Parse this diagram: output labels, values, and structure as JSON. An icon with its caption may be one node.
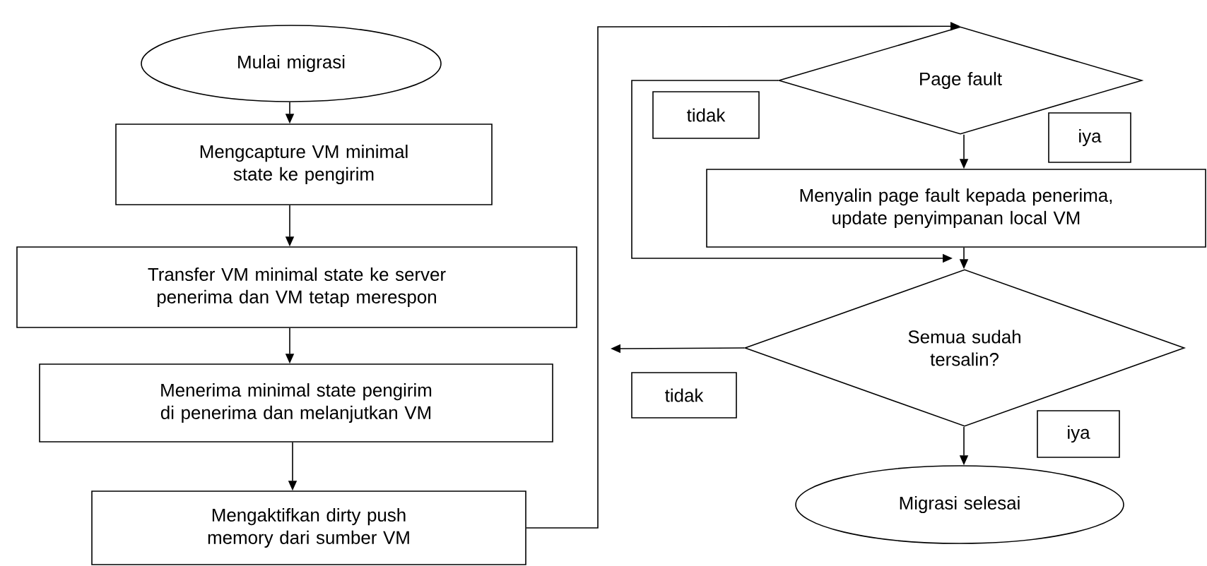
{
  "diagram": {
    "nodes": [
      {
        "text": [
          "Mulai migrasi"
        ]
      },
      {
        "text": [
          "Mengcapture VM minimal state ke pengirim"
        ]
      },
      {
        "text": [
          "Transfer VM minimal state ke server penerima dan VM tetap merespon"
        ]
      },
      {
        "text": [
          "Menerima minimal state pengirim di penerima dan melanjutkan VM"
        ]
      },
      {
        "text": [
          "Mengaktifkan dirty push memory dari sumber VM"
        ]
      },
      {
        "text": [
          "Page fault"
        ]
      },
      {
        "text": [
          "Menyalin page fault kepada penerima, update penyimpanan local VM"
        ]
      },
      {
        "text": [
          "Semua sudah tersalin?"
        ]
      },
      {
        "text": [
          "Migrasi selesai"
        ]
      },
      {
        "text": [
          "tidak"
        ]
      },
      {
        "text": [
          "iya"
        ]
      },
      {
        "text": [
          "tidak"
        ]
      },
      {
        "text": [
          "iya"
        ]
      }
    ],
    "edges": [
      {
        "from": 0,
        "to": 1,
        "arrow": "to"
      },
      {
        "from": 1,
        "to": 2,
        "arrow": "to"
      },
      {
        "from": 2,
        "to": 3,
        "arrow": "to"
      },
      {
        "from": 3,
        "to": 4,
        "arrow": "to"
      },
      {
        "from": 4,
        "to": 5,
        "arrow": "to"
      },
      {
        "from": 5,
        "to": 6,
        "arrow": "to"
      },
      {
        "from": 5,
        "to": 7,
        "arrow": "to"
      },
      {
        "from": 6,
        "to": 7,
        "arrow": "to"
      },
      {
        "from": 7,
        "to": null,
        "arrow": "to"
      },
      {
        "from": 7,
        "to": 8,
        "arrow": "to"
      }
    ]
  }
}
